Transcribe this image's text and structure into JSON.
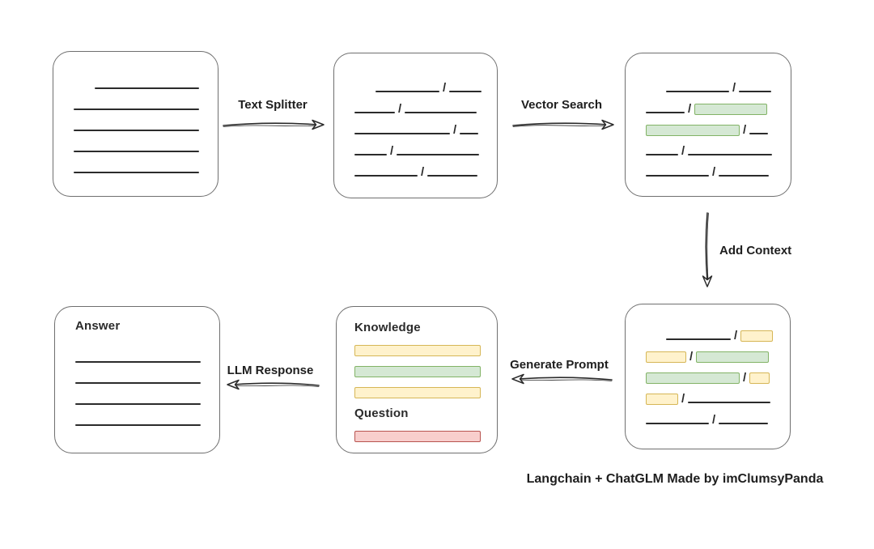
{
  "caption": "Langchain + ChatGLM Made by imClumsyPanda",
  "glyphs": {
    "slash": "/"
  },
  "colors": {
    "background": "#ffffff",
    "box_border": "#6f6f6f",
    "stroke": "#2b2b2b",
    "green_fill": "#d5e8d4",
    "green_border": "#82b366",
    "yellow_fill": "#fff2cc",
    "yellow_border": "#d6b656",
    "red_fill": "#f8cecc",
    "red_border": "#b85450"
  },
  "arrows": [
    {
      "label": "Text Splitter",
      "direction": "right"
    },
    {
      "label": "Vector Search",
      "direction": "right"
    },
    {
      "label": "Add Context",
      "direction": "down"
    },
    {
      "label": "Generate Prompt",
      "direction": "left"
    },
    {
      "label": "LLM Response",
      "direction": "left"
    }
  ],
  "boxes": {
    "document": {
      "rows": [
        {
          "ml": 26,
          "segs": [
            [
              "line",
              129
            ]
          ]
        },
        {
          "ml": 0,
          "segs": [
            [
              "line",
              155
            ]
          ]
        },
        {
          "ml": 0,
          "segs": [
            [
              "line",
              155
            ]
          ]
        },
        {
          "ml": 0,
          "segs": [
            [
              "line",
              155
            ]
          ]
        },
        {
          "ml": 0,
          "segs": [
            [
              "line",
              155
            ]
          ]
        }
      ]
    },
    "chunks": {
      "rows": [
        {
          "ml": 26,
          "segs": [
            [
              "line",
              79
            ],
            [
              "slash",
              0
            ],
            [
              "line",
              40
            ]
          ]
        },
        {
          "ml": 0,
          "segs": [
            [
              "line",
              50
            ],
            [
              "slash",
              0
            ],
            [
              "line",
              89
            ]
          ]
        },
        {
          "ml": 0,
          "segs": [
            [
              "line",
              118
            ],
            [
              "slash",
              0
            ],
            [
              "line",
              23
            ]
          ]
        },
        {
          "ml": 0,
          "segs": [
            [
              "line",
              40
            ],
            [
              "slash",
              0
            ],
            [
              "line",
              102
            ]
          ]
        },
        {
          "ml": 0,
          "segs": [
            [
              "line",
              78
            ],
            [
              "slash",
              0
            ],
            [
              "line",
              62
            ]
          ]
        }
      ]
    },
    "matched": {
      "rows": [
        {
          "ml": 25,
          "segs": [
            [
              "line",
              78
            ],
            [
              "slash",
              0
            ],
            [
              "line",
              40
            ]
          ]
        },
        {
          "ml": 0,
          "segs": [
            [
              "line",
              48
            ],
            [
              "slash",
              0
            ],
            [
              "green",
              90
            ]
          ]
        },
        {
          "ml": 0,
          "segs": [
            [
              "green",
              116
            ],
            [
              "slash",
              0
            ],
            [
              "line",
              23
            ]
          ]
        },
        {
          "ml": 0,
          "segs": [
            [
              "line",
              40
            ],
            [
              "slash",
              0
            ],
            [
              "line",
              104
            ]
          ]
        },
        {
          "ml": 0,
          "segs": [
            [
              "line",
              78
            ],
            [
              "slash",
              0
            ],
            [
              "line",
              62
            ]
          ]
        }
      ]
    },
    "context": {
      "rows": [
        {
          "ml": 25,
          "segs": [
            [
              "line",
              80
            ],
            [
              "slash",
              0
            ],
            [
              "yellow",
              40
            ]
          ]
        },
        {
          "ml": 0,
          "segs": [
            [
              "yellow",
              50
            ],
            [
              "slash",
              0
            ],
            [
              "green",
              90
            ]
          ]
        },
        {
          "ml": 0,
          "segs": [
            [
              "green",
              116
            ],
            [
              "slash",
              0
            ],
            [
              "yellow",
              25
            ]
          ]
        },
        {
          "ml": 0,
          "segs": [
            [
              "yellow",
              40
            ],
            [
              "slash",
              0
            ],
            [
              "line",
              102
            ]
          ]
        },
        {
          "ml": 0,
          "segs": [
            [
              "line",
              78
            ],
            [
              "slash",
              0
            ],
            [
              "line",
              61
            ]
          ]
        }
      ]
    },
    "prompt": {
      "knowledge_label": "Knowledge",
      "question_label": "Question",
      "knowledge_rows": [
        {
          "ml": 0,
          "segs": [
            [
              "yellow",
              156
            ]
          ]
        },
        {
          "ml": 0,
          "segs": [
            [
              "green",
              156
            ]
          ]
        },
        {
          "ml": 0,
          "segs": [
            [
              "yellow",
              156
            ]
          ]
        }
      ],
      "question_rows": [
        {
          "ml": 0,
          "segs": [
            [
              "red",
              156
            ]
          ]
        }
      ]
    },
    "answer": {
      "label": "Answer",
      "rows": [
        {
          "ml": 0,
          "segs": [
            [
              "line",
              155
            ]
          ]
        },
        {
          "ml": 0,
          "segs": [
            [
              "line",
              155
            ]
          ]
        },
        {
          "ml": 0,
          "segs": [
            [
              "line",
              155
            ]
          ]
        },
        {
          "ml": 0,
          "segs": [
            [
              "line",
              155
            ]
          ]
        }
      ]
    }
  }
}
